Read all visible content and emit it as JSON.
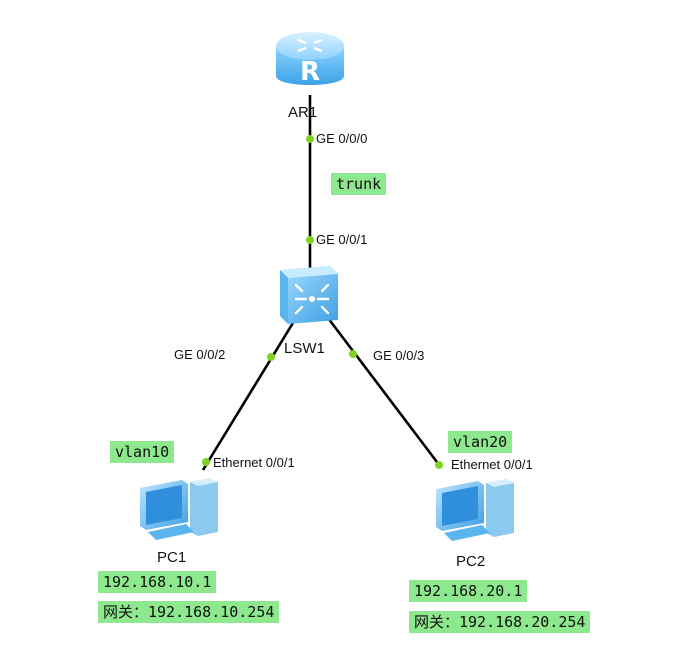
{
  "devices": {
    "router": {
      "name": "AR1",
      "icon": "router-icon"
    },
    "switch": {
      "name": "LSW1",
      "icon": "switch-icon"
    },
    "pc1": {
      "name": "PC1",
      "icon": "pc-icon",
      "ip": "192.168.10.1",
      "gateway": "网关：192.168.10.254"
    },
    "pc2": {
      "name": "PC2",
      "icon": "pc-icon",
      "ip": "192.168.20.1",
      "gateway": "网关：192.168.20.254"
    }
  },
  "ports": {
    "ar1_ge000": "GE 0/0/0",
    "lsw1_ge001": "GE 0/0/1",
    "lsw1_ge002": "GE 0/0/2",
    "lsw1_ge003": "GE 0/0/3",
    "pc1_eth": "Ethernet 0/0/1",
    "pc2_eth": "Ethernet 0/0/1"
  },
  "tags": {
    "trunk": "trunk",
    "vlan10": "vlan10",
    "vlan20": "vlan20"
  },
  "colors": {
    "router_body": "#5bb8f0",
    "switch_body": "#4fb0ee",
    "pc_body": "#57b6f2",
    "port_dot": "#7ed321",
    "link": "#000000",
    "tag_bg": "#8ee88e"
  }
}
